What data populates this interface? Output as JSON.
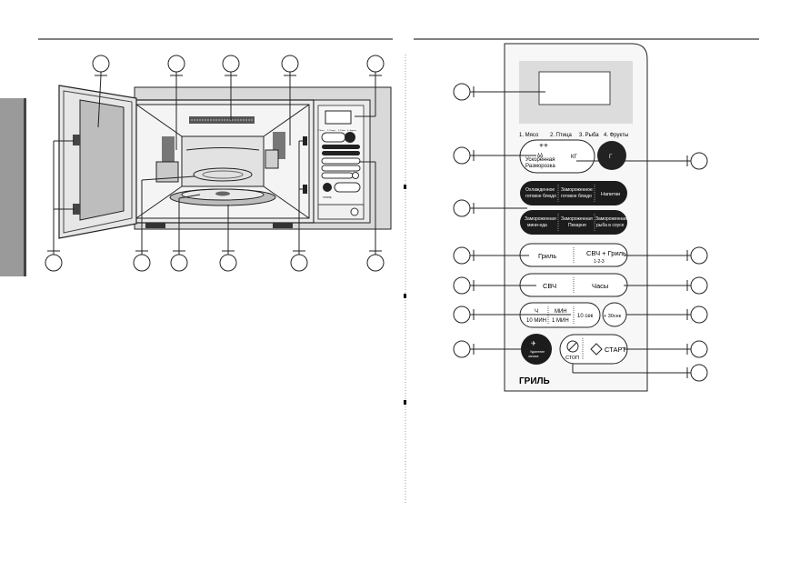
{
  "microwave": {
    "panel_buttons": [
      "1. Мясо",
      "2. Птица",
      "3. Рыба",
      "4. Фрукты"
    ]
  },
  "control_panel": {
    "category_labels": [
      "1. Мясо",
      "2. Птица",
      "3. Рыба",
      "4. Фрукты"
    ],
    "defrost_label_1": "Ускоренная",
    "defrost_label_2": "Разморозка",
    "kg_label": "КГ",
    "g_label": "Г",
    "reheat_chilled_1": "Охлажденное",
    "reheat_chilled_2": "готовое блюдо",
    "reheat_frozen_1": "Замороженное",
    "reheat_frozen_2": "готовое блюдо",
    "drinks": "Напитки",
    "frozen_mini_1": "Замороженная",
    "frozen_mini_2": "мини-еда",
    "frozen_bakery_1": "Замороженная",
    "frozen_bakery_2": "Пекарня",
    "frozen_fish_1": "Замороженная",
    "frozen_fish_2": "рыба в соусе",
    "grill": "Гриль",
    "combo_1": "СВЧ + Гриль",
    "combo_2": "1-2-3",
    "microwave": "СВЧ",
    "clock": "Часы",
    "hour": "Ч",
    "ten_min": "10 МИН",
    "min": "МИН",
    "one_min": "1 МИН",
    "ten_sec": "10 сек",
    "plus_30": "+ 30сек",
    "deodorize_1": "Удаление",
    "deodorize_2": "запаха",
    "stop": "СТОП",
    "start": "СТАРТ",
    "brand_word": "ГРИЛЬ"
  }
}
